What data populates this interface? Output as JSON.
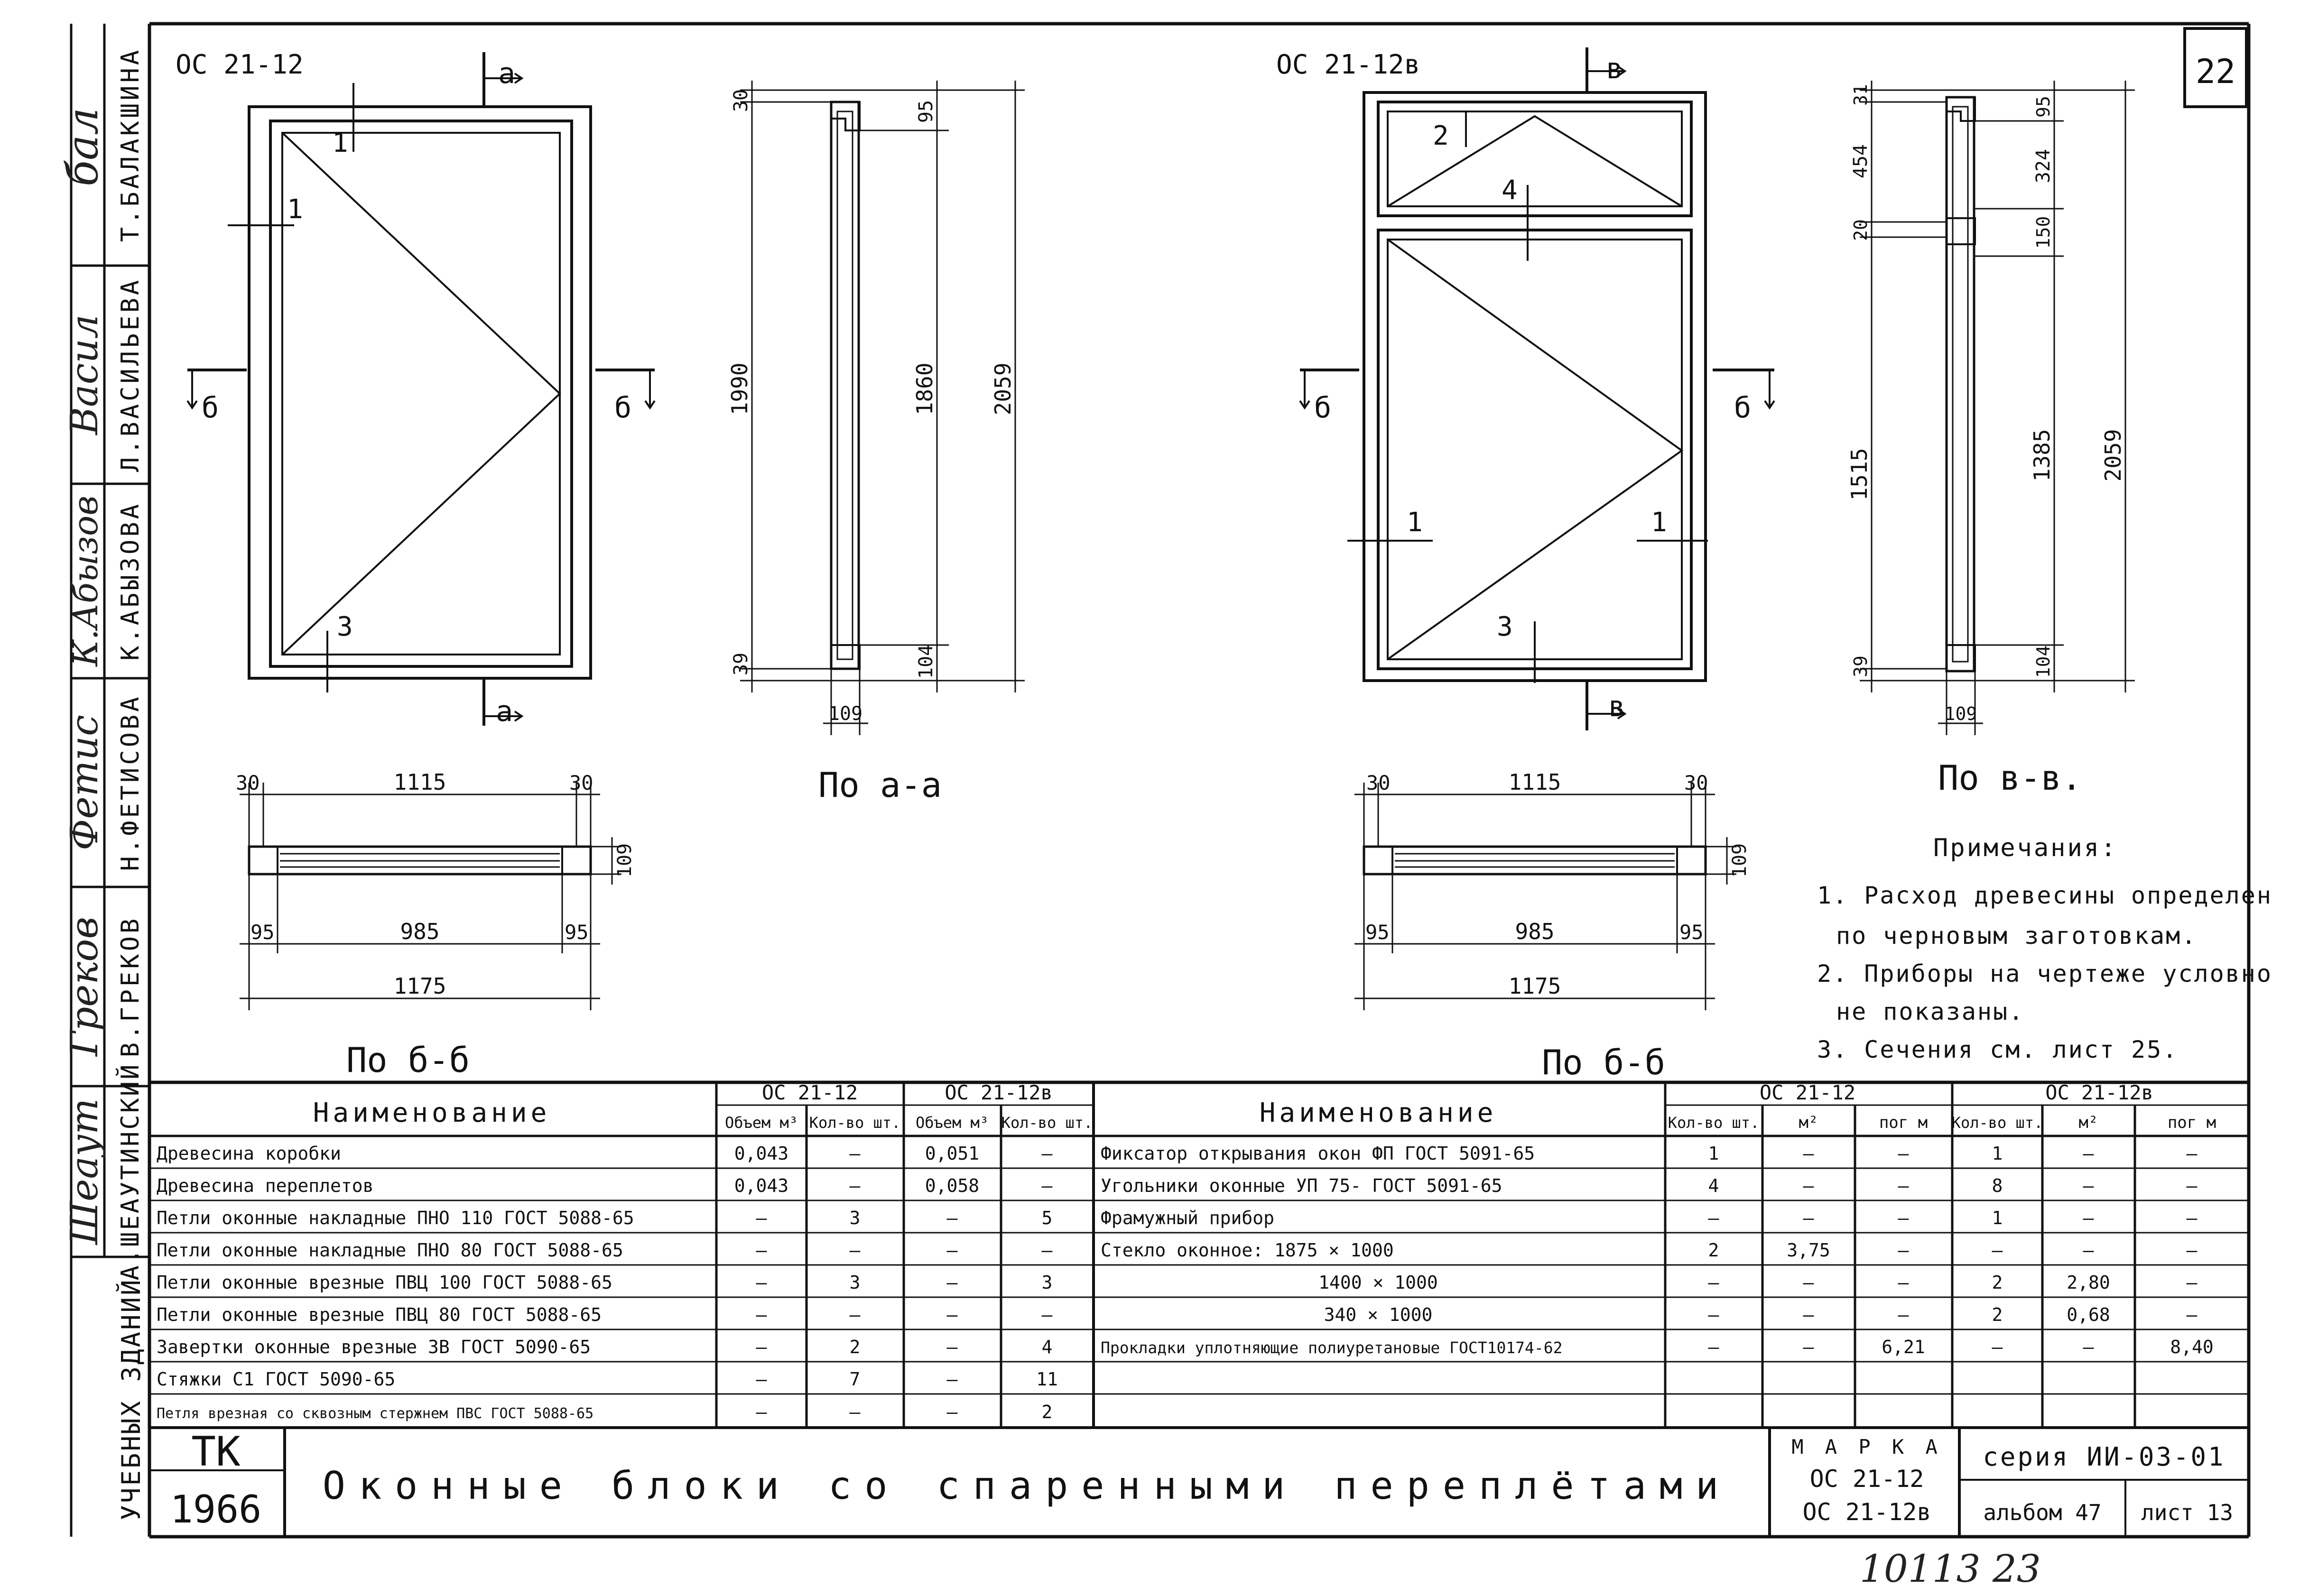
{
  "sheet_number": "22",
  "handwritten_number": "10113  23",
  "left_strip": {
    "category": "УЧЕБНЫХ ЗДАНИЙ",
    "names": [
      "Т.БАЛАКШИНА",
      "Л.ВАСИЛЬЕВА",
      "К.АБЫЗОВА",
      "Н.ФЕТИСОВА",
      "В.ГРЕКОВ",
      "А.ШЕАУТИНСКИЙ"
    ],
    "signatures": [
      "бал",
      "Васил",
      "К.Абызов",
      "Фетис",
      "Греков",
      "Шеаут"
    ]
  },
  "views": {
    "a_title": "ОС 21-12",
    "b_title": "ОС 21-12в",
    "cut_a": "а",
    "cut_b": "б",
    "cut_v": "в",
    "pos1": "1",
    "pos2": "2",
    "pos3": "3",
    "pos4": "4"
  },
  "section_aa": {
    "caption": "По а-а",
    "d_top": "30",
    "d_top2": "95",
    "d_1990": "1990",
    "d_1860": "1860",
    "d_2059": "2059",
    "d_bot": "39",
    "d_bot2": "104",
    "d_width": "109"
  },
  "section_vv": {
    "caption": "По в-в.",
    "d_31": "31",
    "d_95": "95",
    "d_454": "454",
    "d_324": "324",
    "d_20": "20",
    "d_150": "150",
    "d_1515": "1515",
    "d_1385": "1385",
    "d_2059": "2059",
    "d_39": "39",
    "d_104": "104",
    "d_109": "109"
  },
  "plan": {
    "caption": "По б-б",
    "d_30": "30",
    "d_1115": "1115",
    "d_109": "109",
    "d_95": "95",
    "d_985": "985",
    "d_1175": "1175"
  },
  "notes": {
    "title": "Примечания:",
    "lines": [
      "1. Расход древесины определен",
      "по черновым заготовкам.",
      "2. Приборы на чертеже условно",
      "не показаны.",
      "3. Сечения см. лист 25."
    ]
  },
  "table_left": {
    "header_name": "Наименование",
    "group_a": "ОС 21-12",
    "group_b": "ОС 21-12в",
    "sub_vol": "Объем м³",
    "sub_qty": "Кол-во шт.",
    "rows": [
      {
        "name": "Древесина коробки",
        "v1": "0,043",
        "q1": "—",
        "v2": "0,051",
        "q2": "—"
      },
      {
        "name": "Древесина переплетов",
        "v1": "0,043",
        "q1": "—",
        "v2": "0,058",
        "q2": "—"
      },
      {
        "name": "Петли оконные накладные ПНО 110 ГОСТ 5088-65",
        "v1": "—",
        "q1": "3",
        "v2": "—",
        "q2": "5"
      },
      {
        "name": "Петли оконные накладные ПНО 80 ГОСТ 5088-65",
        "v1": "—",
        "q1": "—",
        "v2": "—",
        "q2": "—"
      },
      {
        "name": "Петли оконные врезные ПВЦ 100 ГОСТ 5088-65",
        "v1": "—",
        "q1": "3",
        "v2": "—",
        "q2": "3"
      },
      {
        "name": "Петли оконные врезные ПВЦ 80 ГОСТ 5088-65",
        "v1": "—",
        "q1": "—",
        "v2": "—",
        "q2": "—"
      },
      {
        "name": "Завертки оконные врезные ЗВ ГОСТ 5090-65",
        "v1": "—",
        "q1": "2",
        "v2": "—",
        "q2": "4"
      },
      {
        "name": "Стяжки С1 ГОСТ 5090-65",
        "v1": "—",
        "q1": "7",
        "v2": "—",
        "q2": "11"
      },
      {
        "name": "Петля врезная со сквозным стержнем ПВС ГОСТ 5088-65",
        "v1": "—",
        "q1": "—",
        "v2": "—",
        "q2": "2"
      }
    ]
  },
  "table_right": {
    "header_name": "Наименование",
    "group_a": "ОС 21-12",
    "group_b": "ОС 21-12в",
    "sub_qty": "Кол-во шт.",
    "sub_m2": "м²",
    "sub_pm": "пог м",
    "rows": [
      {
        "name": "Фиксатор открывания окон ФП ГОСТ 5091-65",
        "a1": "1",
        "a2": "—",
        "a3": "—",
        "b1": "1",
        "b2": "—",
        "b3": "—"
      },
      {
        "name": "Угольники оконные УП 75- ГОСТ 5091-65",
        "a1": "4",
        "a2": "—",
        "a3": "—",
        "b1": "8",
        "b2": "—",
        "b3": "—"
      },
      {
        "name": "Фрамужный прибор",
        "a1": "—",
        "a2": "—",
        "a3": "—",
        "b1": "1",
        "b2": "—",
        "b3": "—"
      },
      {
        "name": "Стекло оконное: 1875 × 1000",
        "a1": "2",
        "a2": "3,75",
        "a3": "—",
        "b1": "—",
        "b2": "—",
        "b3": "—"
      },
      {
        "name": "1400 × 1000",
        "a1": "—",
        "a2": "—",
        "a3": "—",
        "b1": "2",
        "b2": "2,80",
        "b3": "—"
      },
      {
        "name": "340 × 1000",
        "a1": "—",
        "a2": "—",
        "a3": "—",
        "b1": "2",
        "b2": "0,68",
        "b3": "—"
      },
      {
        "name": "Прокладки уплотняющие полиуретановые ГОСТ10174-62",
        "a1": "—",
        "a2": "—",
        "a3": "6,21",
        "b1": "—",
        "b2": "—",
        "b3": "8,40"
      },
      {
        "name": "",
        "a1": "",
        "a2": "",
        "a3": "",
        "b1": "",
        "b2": "",
        "b3": ""
      },
      {
        "name": "",
        "a1": "",
        "a2": "",
        "a3": "",
        "b1": "",
        "b2": "",
        "b3": ""
      }
    ]
  },
  "title_block": {
    "tk": "ТК",
    "year": "1966",
    "title": "Оконные блоки со спаренными переплётами",
    "marka_label": "М А Р К А",
    "marka_1": "ОС 21-12",
    "marka_2": "ОС 21-12в",
    "series": "серия ИИ-03-01",
    "album": "альбом 47",
    "list": "лист 13"
  }
}
